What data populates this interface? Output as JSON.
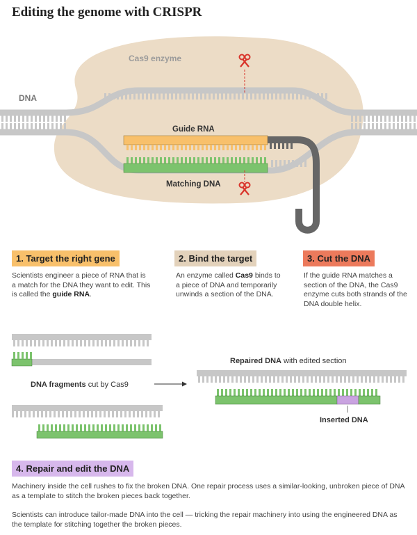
{
  "title": "Editing the genome with CRISPR",
  "colors": {
    "guide_rna": "#f8c06b",
    "matching_dna": "#7cc36d",
    "cas9_blob": "#ecdcc6",
    "cut_red": "#d9342b",
    "dna_gray": "#c7c7c7",
    "dark_gray": "#666666",
    "inserted": "#c9a3e0"
  },
  "labels": {
    "cas9": "Cas9 enzyme",
    "dna": "DNA",
    "guide_rna": "Guide RNA",
    "matching_dna": "Matching DNA",
    "fragments_bold": "DNA fragments",
    "fragments_rest": " cut by Cas9",
    "repaired_bold": "Repaired DNA",
    "repaired_rest": " with edited section",
    "inserted": "Inserted DNA"
  },
  "icons": [
    "scissors-icon",
    "arrow-right-icon"
  ],
  "steps": [
    {
      "title": "1. Target the right gene",
      "color": "#f8c06b",
      "text_pre": "Scientists engineer a piece of RNA that is a match for the DNA they want to edit. This is called the ",
      "text_bold": "guide RNA",
      "text_post": "."
    },
    {
      "title": "2. Bind the target",
      "color": "#e3d2bb",
      "text_pre": "An enzyme called ",
      "text_bold": "Cas9",
      "text_post": " binds to a piece of DNA and temporarily unwinds a section of the DNA."
    },
    {
      "title": "3. Cut the DNA",
      "color": "#ec7a5c",
      "text_pre": "If the guide RNA matches a section of the DNA, the Cas9 enzyme cuts both strands of the DNA double helix.",
      "text_bold": "",
      "text_post": ""
    },
    {
      "title": "4. Repair and edit the DNA",
      "color": "#d7b8ec"
    }
  ],
  "repair_paragraphs": [
    "Machinery inside the cell rushes to fix the broken DNA. One repair process uses a similar-looking, unbroken piece of DNA as a template to stitch the broken pieces back together.",
    "Scientists can introduce tailor-made DNA into the cell — tricking the repair machinery into using the engineered DNA as the template for stitching together the broken pieces."
  ]
}
